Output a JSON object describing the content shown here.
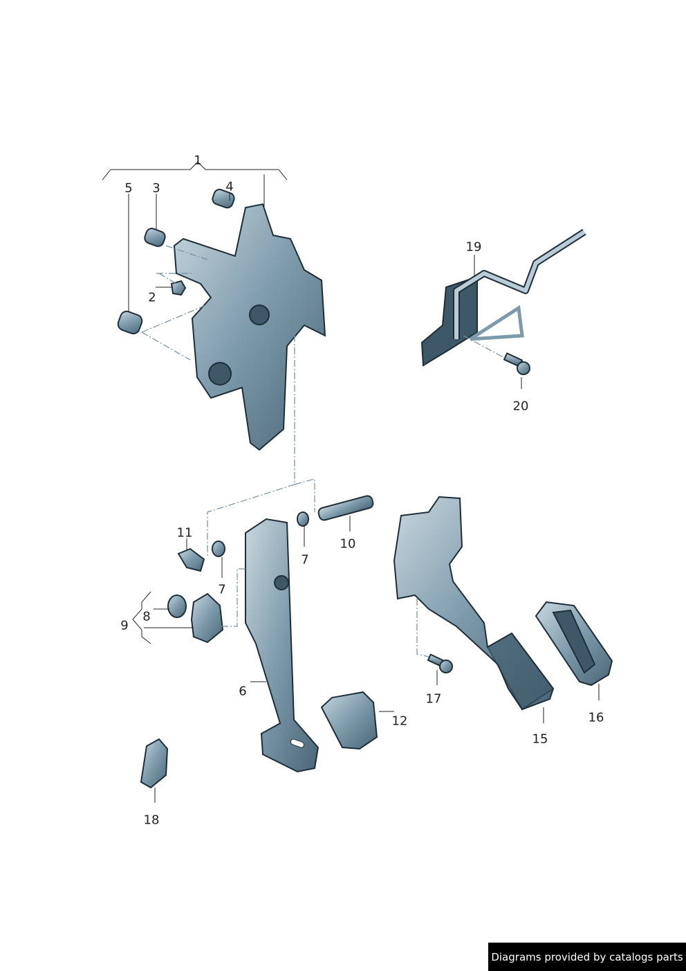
{
  "diagram": {
    "callouts": [
      {
        "id": "c1",
        "text": "1"
      },
      {
        "id": "c2",
        "text": "2"
      },
      {
        "id": "c3",
        "text": "3"
      },
      {
        "id": "c4",
        "text": "4"
      },
      {
        "id": "c5",
        "text": "5"
      },
      {
        "id": "c6",
        "text": "6"
      },
      {
        "id": "c7a",
        "text": "7"
      },
      {
        "id": "c7b",
        "text": "7"
      },
      {
        "id": "c8",
        "text": "8"
      },
      {
        "id": "c9",
        "text": "9"
      },
      {
        "id": "c10",
        "text": "10"
      },
      {
        "id": "c11",
        "text": "11"
      },
      {
        "id": "c12",
        "text": "12"
      },
      {
        "id": "c15",
        "text": "15"
      },
      {
        "id": "c16",
        "text": "16"
      },
      {
        "id": "c17",
        "text": "17"
      },
      {
        "id": "c18",
        "text": "18"
      },
      {
        "id": "c19",
        "text": "19"
      },
      {
        "id": "c20",
        "text": "20"
      }
    ]
  },
  "footer": {
    "text": "Diagrams provided by catalogs parts"
  },
  "colors": {
    "part": "#7d9aab",
    "outline": "#1d2e38",
    "footer_bg": "#000000"
  }
}
